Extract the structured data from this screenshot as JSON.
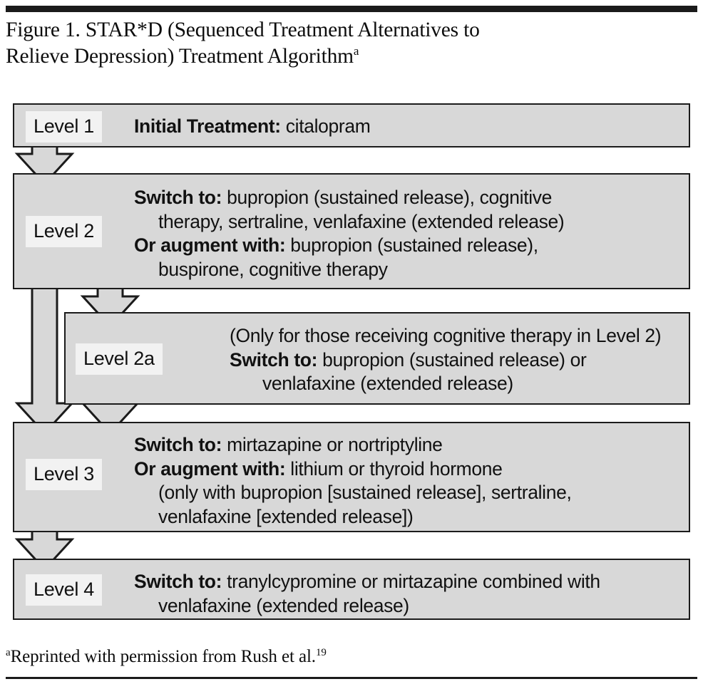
{
  "figure": {
    "title_line1": "Figure 1. STAR*D (Sequenced Treatment Alternatives to",
    "title_line2": "Relieve Depression) Treatment Algorithm",
    "title_superscript": "a",
    "footnote_marker": "a",
    "footnote_text": "Reprinted with permission from Rush et al.",
    "footnote_reference": "19"
  },
  "levels": [
    {
      "id": "level1",
      "tag": "Level 1",
      "lines": [
        {
          "bold": "Initial Treatment:",
          "text": " citalopram",
          "indent": false
        }
      ]
    },
    {
      "id": "level2",
      "tag": "Level 2",
      "lines": [
        {
          "bold": "Switch to:",
          "text": " bupropion (sustained release), cognitive",
          "indent": false
        },
        {
          "bold": "",
          "text": "therapy, sertraline, venlafaxine (extended release)",
          "indent": true
        },
        {
          "bold": "Or augment with:",
          "text": " bupropion (sustained release),",
          "indent": false
        },
        {
          "bold": "",
          "text": "buspirone, cognitive therapy",
          "indent": true
        }
      ]
    },
    {
      "id": "level2a",
      "tag": "Level 2a",
      "lines": [
        {
          "bold": "",
          "text": "(Only for those receiving cognitive therapy in Level 2)",
          "indent": false
        },
        {
          "bold": "Switch to:",
          "text": " bupropion (sustained release) or",
          "indent": false
        },
        {
          "bold": "",
          "text": "venlafaxine (extended release)",
          "indent": true
        }
      ]
    },
    {
      "id": "level3",
      "tag": "Level 3",
      "lines": [
        {
          "bold": "Switch to:",
          "text": " mirtazapine or nortriptyline",
          "indent": false
        },
        {
          "bold": "Or augment with:",
          "text": " lithium or thyroid hormone",
          "indent": false
        },
        {
          "bold": "",
          "text": "(only with bupropion [sustained release], sertraline,",
          "indent": true
        },
        {
          "bold": "",
          "text": "venlafaxine [extended release])",
          "indent": true
        }
      ]
    },
    {
      "id": "level4",
      "tag": "Level 4",
      "lines": [
        {
          "bold": "Switch to:",
          "text": " tranylcypromine or mirtazapine combined with",
          "indent": false
        },
        {
          "bold": "",
          "text": "venlafaxine (extended release)",
          "indent": true
        }
      ]
    }
  ],
  "flow_arrows": [
    {
      "name": "level1-to-level2",
      "from": "level1",
      "to": "level2"
    },
    {
      "name": "level2-to-level2a",
      "from": "level2",
      "to": "level2a"
    },
    {
      "name": "level2-bypass-to-level3",
      "from": "level2",
      "to": "level3"
    },
    {
      "name": "level2a-to-level3",
      "from": "level2a",
      "to": "level3"
    },
    {
      "name": "level3-to-level4",
      "from": "level3",
      "to": "level4"
    }
  ],
  "colors": {
    "box_fill": "#d8d8d8",
    "box_border": "#1b1b1b",
    "tag_fill": "#f2f2f2",
    "arrow_fill": "#d8d8d8",
    "arrow_stroke": "#1b1b1b",
    "rule": "#1b1b1b",
    "text": "#111111",
    "page_background": "#ffffff"
  }
}
